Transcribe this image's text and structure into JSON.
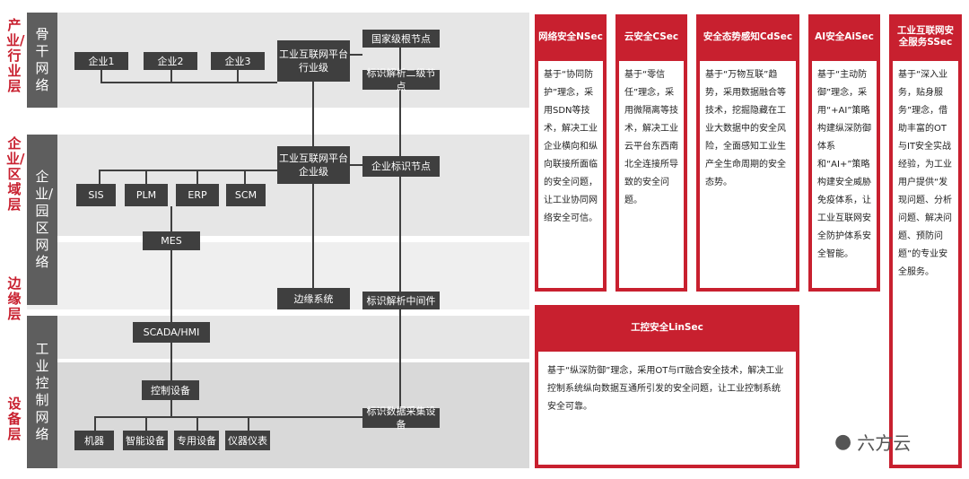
{
  "layers": {
    "industry": "产业/行业层",
    "enterprise": "企业/区域层",
    "edge": "边缘层",
    "device": "设备层"
  },
  "networks": {
    "backbone": "骨干网络",
    "enterprise_park": "企业/园区网络",
    "industrial_control": "工业控制网络"
  },
  "nodes": {
    "ent1": "企业1",
    "ent2": "企业2",
    "ent3": "企业3",
    "platform_industry_1": "工业互联网平台",
    "platform_industry_2": "行业级",
    "root_node": "国家级根节点",
    "second_level": "标识解析二级节点",
    "platform_ent_1": "工业互联网平台",
    "platform_ent_2": "企业级",
    "ent_id_node": "企业标识节点",
    "sis": "SIS",
    "plm": "PLM",
    "erp": "ERP",
    "scm": "SCM",
    "mes": "MES",
    "edge_system": "边缘系统",
    "id_middleware": "标识解析中间件",
    "scada": "SCADA/HMI",
    "control_device": "控制设备",
    "machine": "机器",
    "smart_device": "智能设备",
    "dedicated_device": "专用设备",
    "instrument": "仪器仪表",
    "id_collect": "标识数据采集设备"
  },
  "security": {
    "nsec_title": "网络安全NSec",
    "nsec_body": "基于“协同防护”理念，采用SDN等技术，解决工业企业横向和纵向联接所面临的安全问题，让工业协同网络安全可信。",
    "csec_title": "云安全CSec",
    "csec_body": "基于“零信任”理念，采用微隔离等技术，解决工业云平台东西南北全连接所导致的安全问题。",
    "cdsec_title": "安全态势感知CdSec",
    "cdsec_body": "基于“万物互联”趋势，采用数据融合等技术，挖掘隐藏在工业大数据中的安全风险，全面感知工业生产全生命周期的安全态势。",
    "aisec_title": "AI安全AiSec",
    "aisec_body": "基于“主动防御”理念，采用“+AI”策略构建纵深防御体系和“AI+”策略构建安全威胁免疫体系，让工业互联网安全防护体系安全智能。",
    "ssec_title": "工业互联网安全服务SSec",
    "ssec_body": "基于“深入业务，贴身服务”理念，借助丰富的OT与IT安全实战经验，为工业用户提供“发现问题、分析问题、解决问题、预防问题”的专业安全服务。",
    "linsec_title": "工控安全LinSec",
    "linsec_body": "基于“纵深防御”理念，采用OT与IT融合安全技术，解决工业控制系统纵向数据互通所引发的安全问题，让工业控制系统安全可靠。"
  },
  "watermark": "六方云",
  "colors": {
    "accent": "#c8202f",
    "node": "#3f3f3f",
    "band": "#e6e6e6"
  }
}
